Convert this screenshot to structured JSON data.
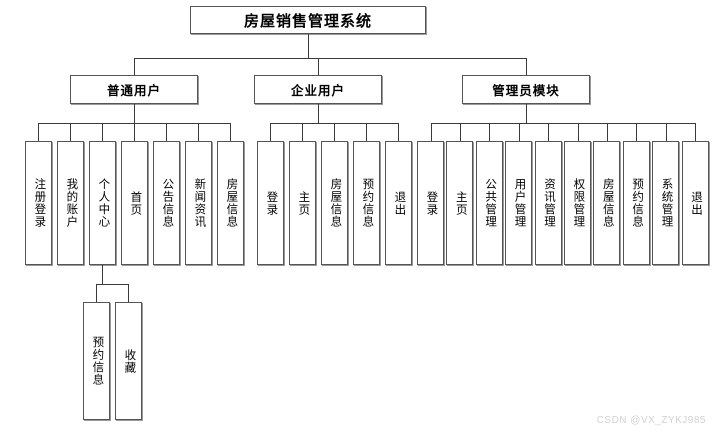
{
  "diagram": {
    "type": "tree",
    "title": "房屋销售管理系统",
    "root": {
      "label": "房屋销售管理系统"
    },
    "branches": [
      {
        "label": "普通用户",
        "leaves": [
          {
            "label": "注册登录"
          },
          {
            "label": "我的账户"
          },
          {
            "label": "个人中心",
            "children": [
              {
                "label": "预约信息"
              },
              {
                "label": "收藏"
              }
            ]
          },
          {
            "label": "首页"
          },
          {
            "label": "公告信息"
          },
          {
            "label": "新闻资讯"
          },
          {
            "label": "房屋信息"
          }
        ]
      },
      {
        "label": "企业用户",
        "leaves": [
          {
            "label": "登录"
          },
          {
            "label": "主页"
          },
          {
            "label": "房屋信息"
          },
          {
            "label": "预约信息"
          },
          {
            "label": "退出"
          }
        ]
      },
      {
        "label": "管理员模块",
        "leaves": [
          {
            "label": "登录"
          },
          {
            "label": "主页"
          },
          {
            "label": "公共管理"
          },
          {
            "label": "用户管理"
          },
          {
            "label": "资讯管理"
          },
          {
            "label": "权限管理"
          },
          {
            "label": "房屋信息"
          },
          {
            "label": "预约信息"
          },
          {
            "label": "系统管理"
          },
          {
            "label": "退出"
          }
        ]
      }
    ]
  },
  "watermark": {
    "text": "CSDN @VX_ZYKJ985"
  },
  "colors": {
    "box_border": "#555555",
    "box_shadow": "#9a9a9a",
    "line": "#3a3a3a",
    "background": "#ffffff",
    "watermark": "#d2d2d2"
  }
}
